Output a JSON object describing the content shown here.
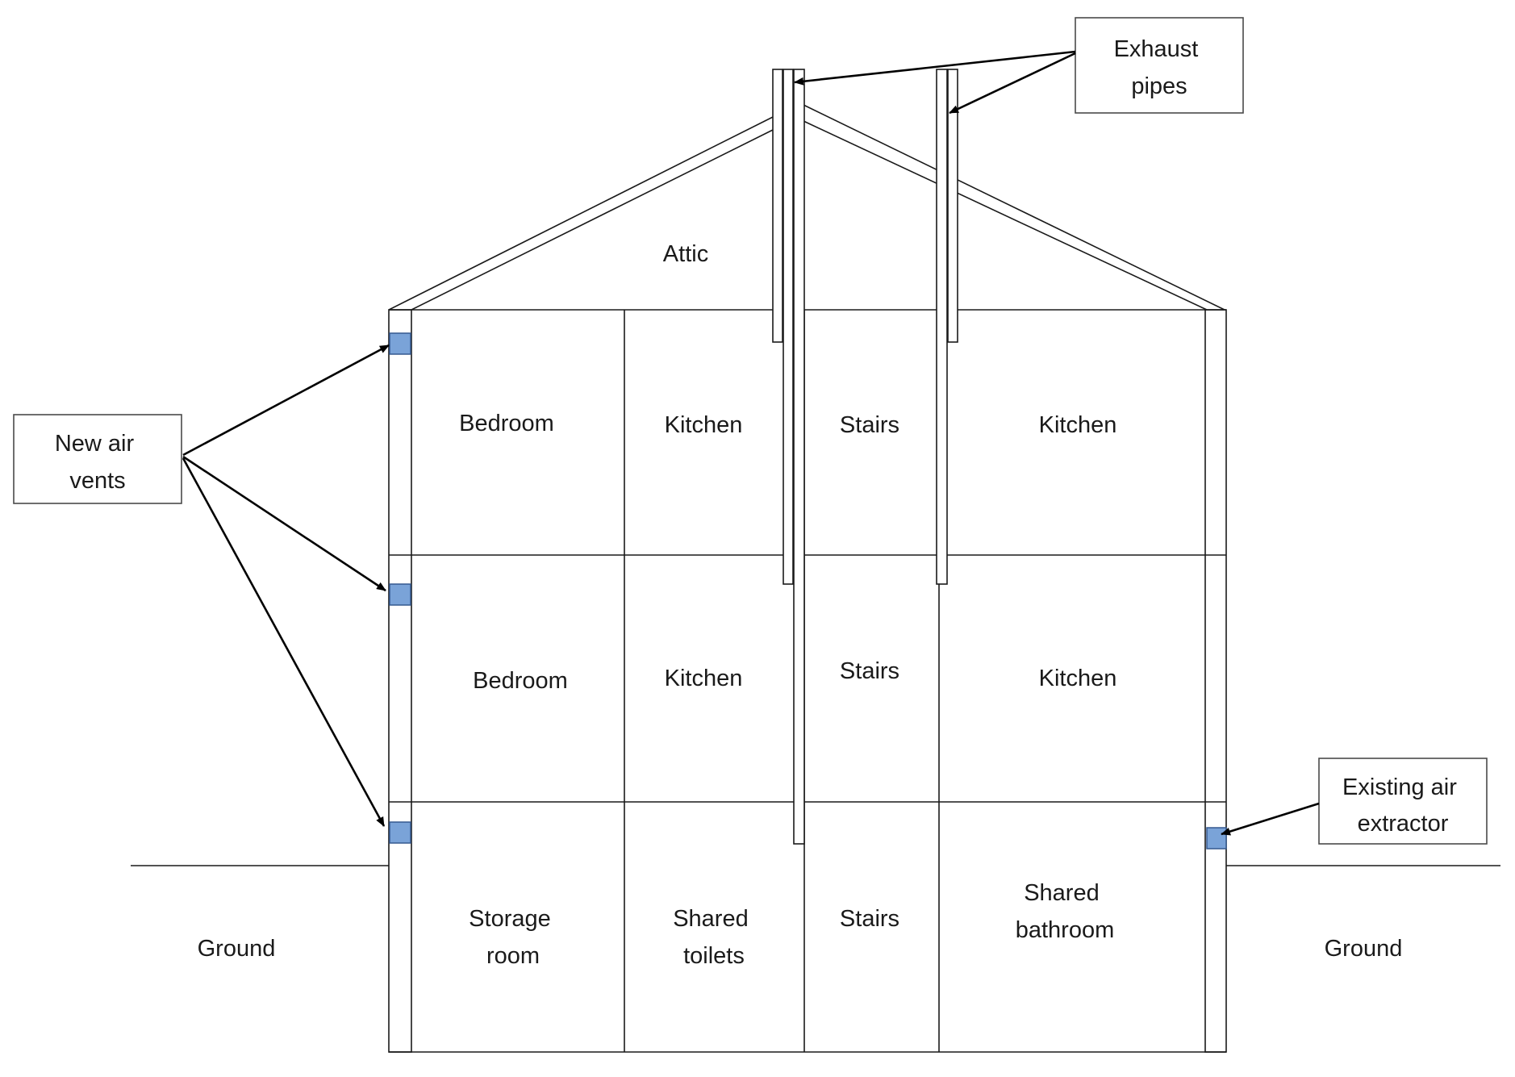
{
  "labels": {
    "attic": "Attic",
    "ground_left": "Ground",
    "ground_right": "Ground",
    "exhaust_pipes": [
      "Exhaust",
      "pipes"
    ],
    "new_air_vents": [
      "New air",
      "vents"
    ],
    "existing_air_extractor": [
      "Existing air",
      "extractor"
    ]
  },
  "rooms": {
    "top": [
      "Bedroom",
      "Kitchen",
      "Stairs",
      "Kitchen"
    ],
    "middle": [
      "Bedroom",
      "Kitchen",
      "Stairs",
      "Kitchen"
    ],
    "bottom": [
      [
        "Storage",
        "room"
      ],
      [
        "Shared",
        "toilets"
      ],
      [
        "Stairs"
      ],
      [
        "Shared",
        "bathroom"
      ]
    ]
  },
  "colors": {
    "vent_fill": "#7aa3d8",
    "vent_stroke": "#35598f",
    "line": "#1a1a1a"
  }
}
